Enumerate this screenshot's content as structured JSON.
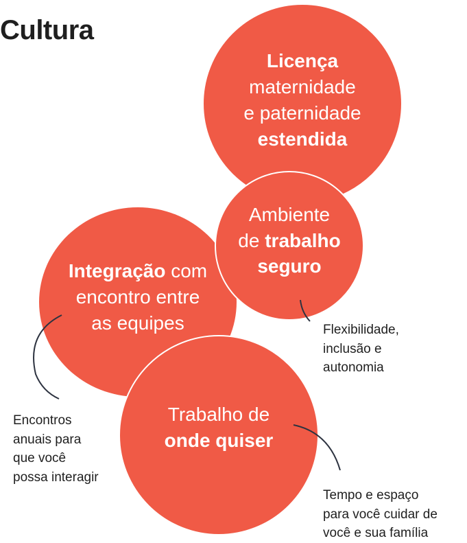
{
  "page": {
    "title": "Cultura"
  },
  "colors": {
    "circle_fill": "#f05a46",
    "text_dark": "#1f1f1f",
    "connector": "#2d3340"
  },
  "circles": {
    "licenca": {
      "l1": "Licença",
      "l2": "maternidade",
      "l3": "e paternidade",
      "l4": "estendida"
    },
    "ambiente": {
      "l1": "Ambiente",
      "l2a": "de ",
      "l2b": "trabalho",
      "l3": "seguro"
    },
    "integracao": {
      "l1a": "Integração",
      "l1b": " com",
      "l2": "encontro entre",
      "l3": "as equipes"
    },
    "trabalho": {
      "l1": "Trabalho de",
      "l2": "onde quiser"
    }
  },
  "notes": {
    "flex": {
      "l1": "Flexibilidade,",
      "l2": "inclusão e",
      "l3": "autonomia"
    },
    "encontros": {
      "l1": "Encontros",
      "l2": "anuais para",
      "l3": "que você",
      "l4": "possa interagir"
    },
    "tempo": {
      "l1": "Tempo e espaço",
      "l2": "para você cuidar de",
      "l3": "você e sua família"
    }
  }
}
